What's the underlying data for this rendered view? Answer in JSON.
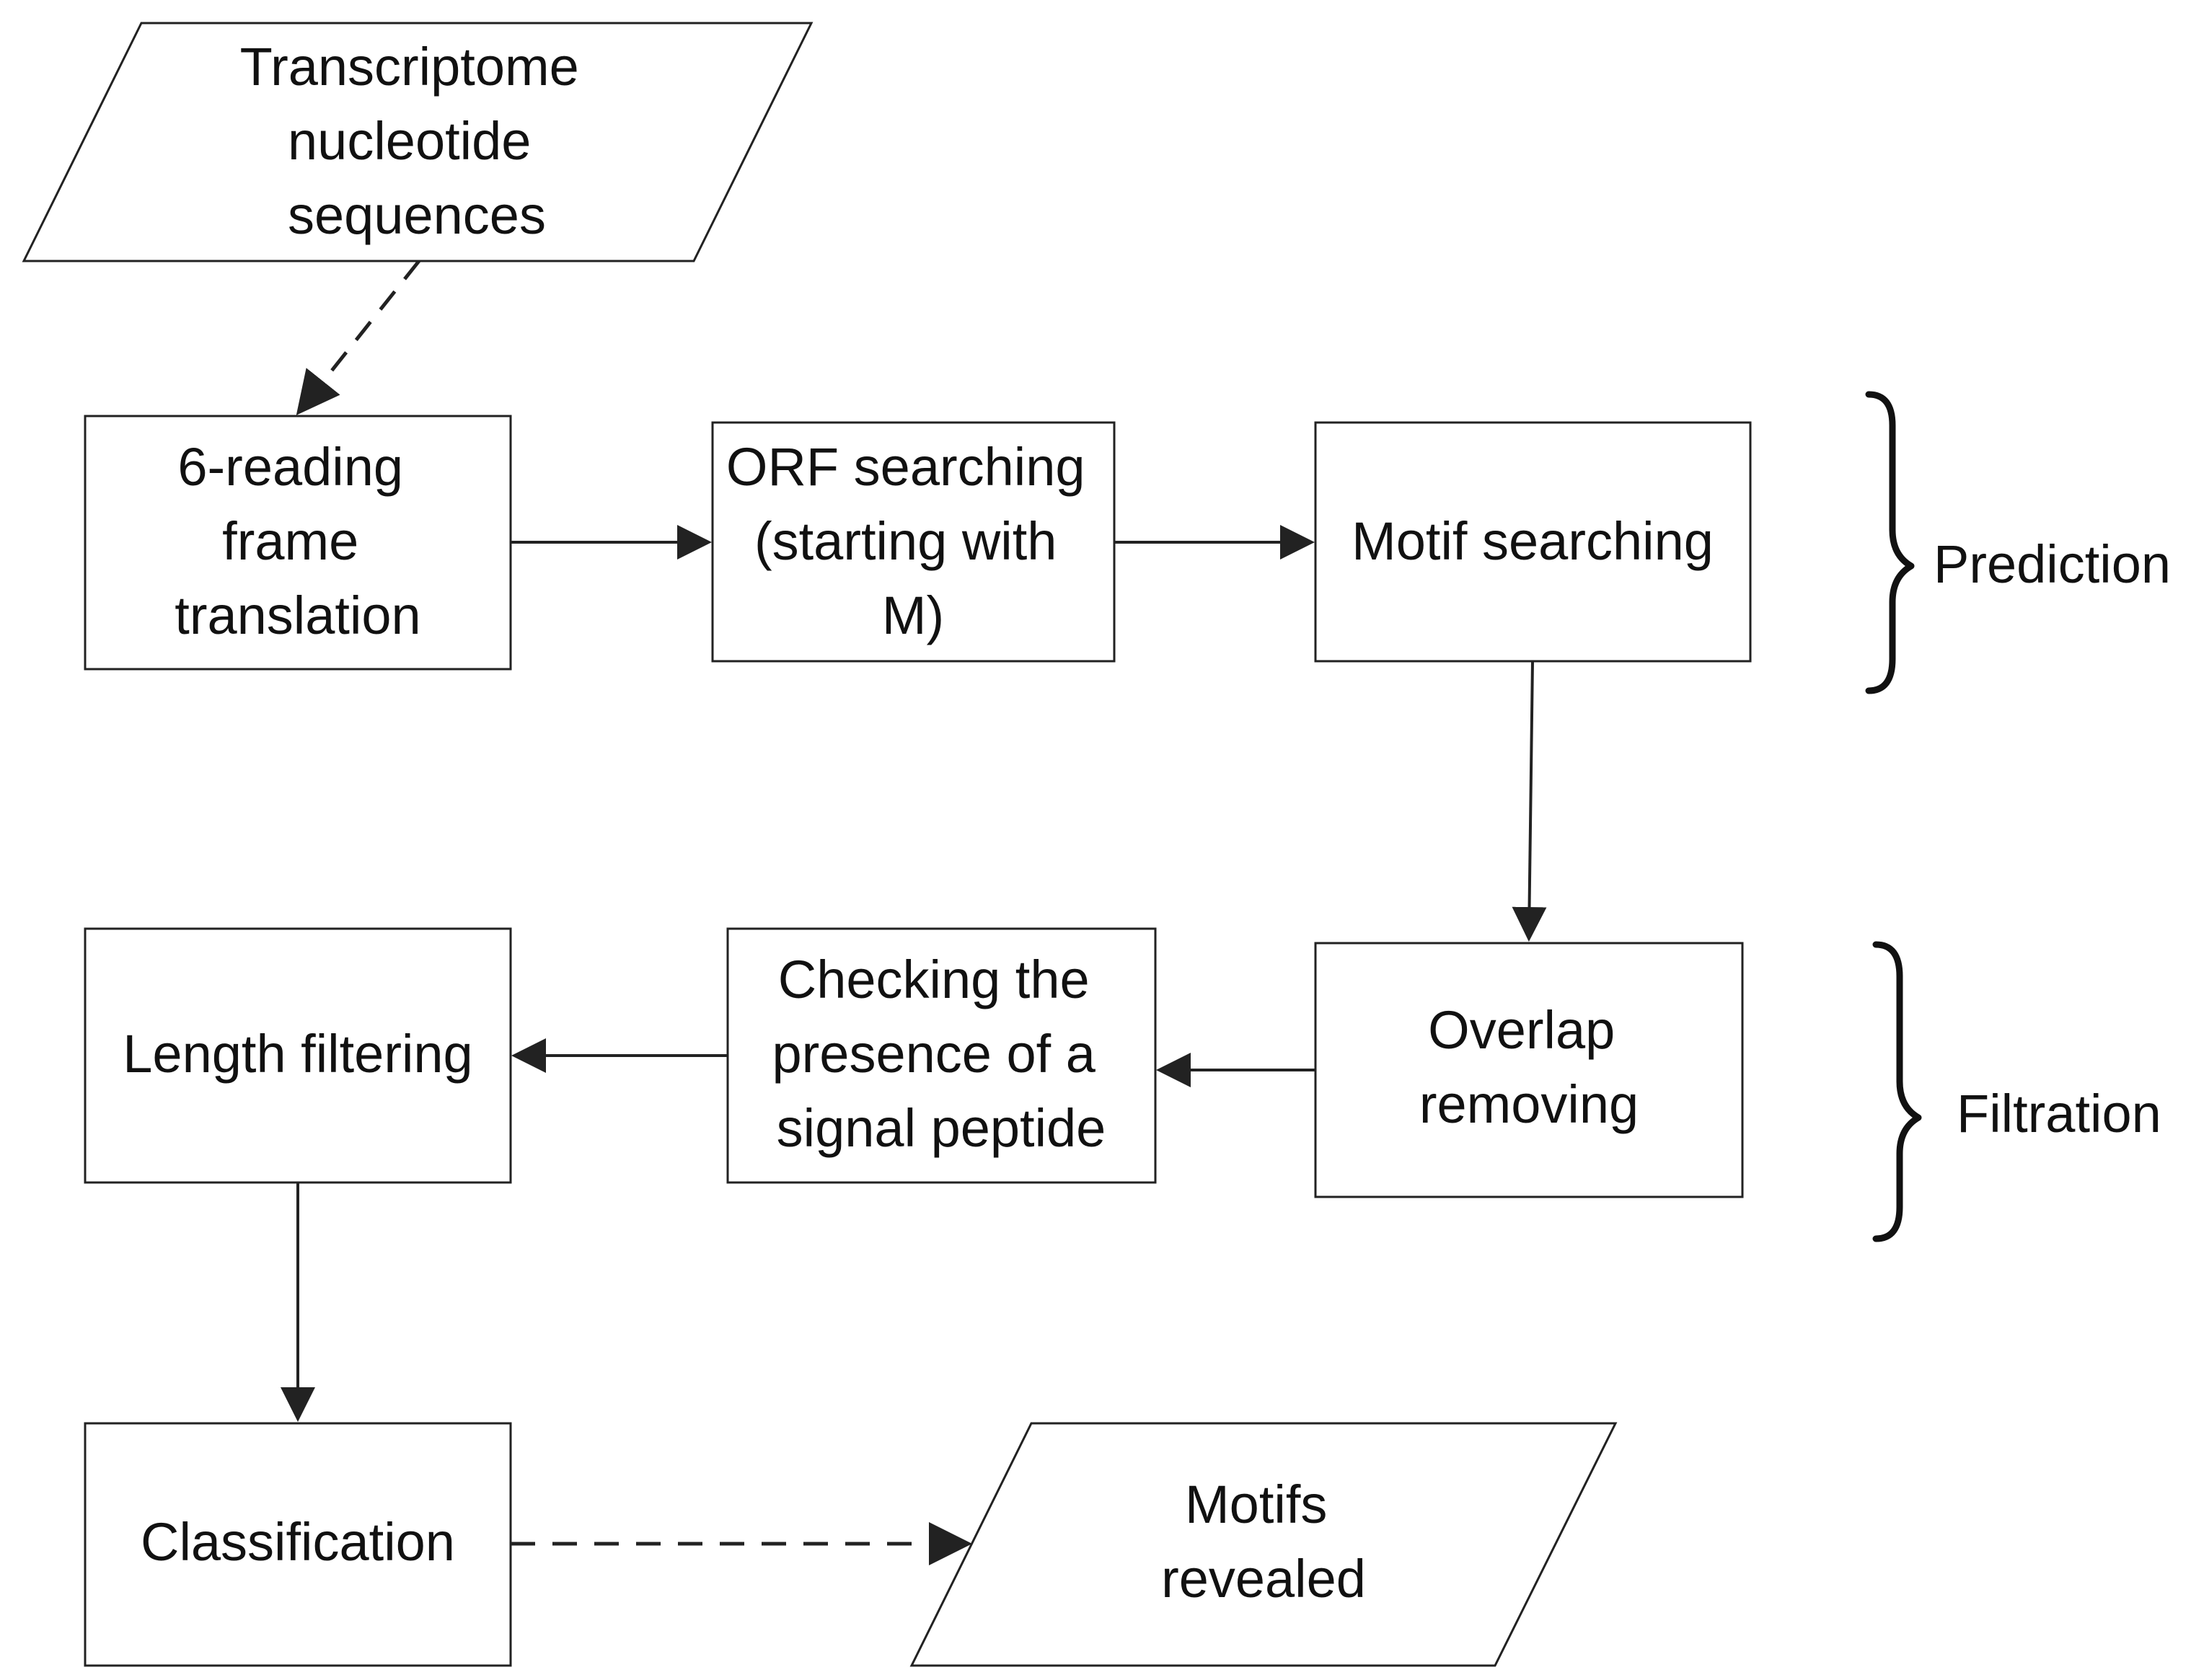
{
  "nodes": {
    "input": {
      "lines": [
        "Transcriptome",
        "nucleotide",
        "sequences"
      ]
    },
    "six_frame": {
      "lines": [
        "6-reading",
        "frame",
        "translation"
      ]
    },
    "orf": {
      "lines": [
        "ORF searching",
        "(starting with",
        "M)"
      ]
    },
    "motif_search": {
      "lines": [
        "Motif searching"
      ]
    },
    "overlap": {
      "lines": [
        "Overlap",
        "removing"
      ]
    },
    "signal": {
      "lines": [
        "Checking the",
        "presence of a",
        "signal peptide"
      ]
    },
    "length": {
      "lines": [
        "Length filtering"
      ]
    },
    "classification": {
      "lines": [
        "Classification"
      ]
    },
    "output": {
      "lines": [
        "Motifs",
        "revealed"
      ]
    }
  },
  "groups": {
    "prediction": "Prediction",
    "filtration": "Filtration"
  },
  "colors": {
    "stroke": "#222222",
    "text": "#111111",
    "background": "#ffffff"
  }
}
